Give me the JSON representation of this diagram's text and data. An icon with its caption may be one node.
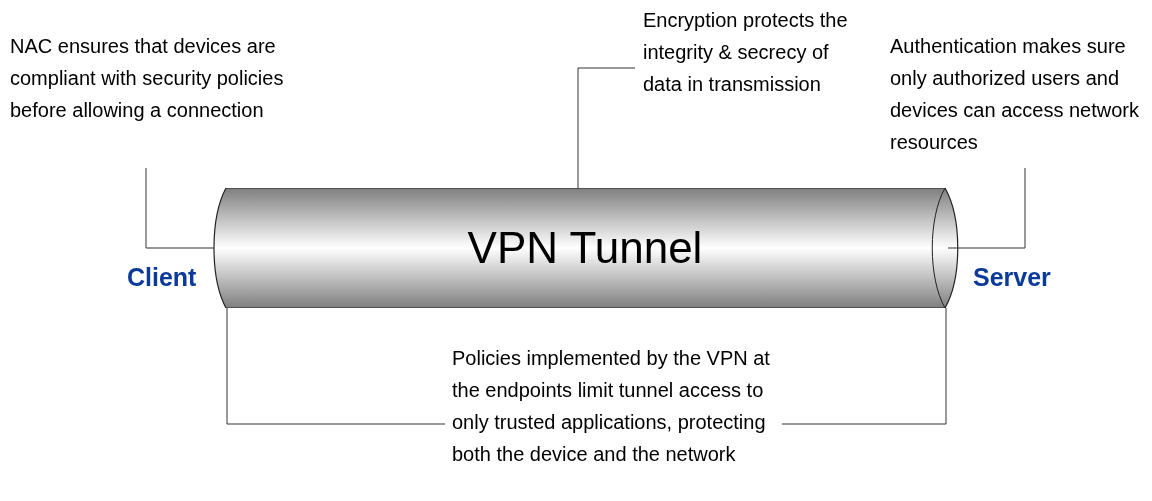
{
  "diagram": {
    "nodes": [
      {
        "text": [
          "NAC ensures that devices are compliant with security policies before allowing a connection"
        ]
      },
      {
        "text": [
          "Encryption protects the integrity & secrecy of data in transmission"
        ]
      },
      {
        "text": [
          "Authentication makes sure only authorized users and devices can access network resources"
        ]
      },
      {
        "text": [
          "VPN Tunnel"
        ]
      },
      {
        "text": [
          "Policies implemented by the VPN at the endpoints limit tunnel access to only trusted applications, protecting both the device and the network"
        ]
      }
    ],
    "edges": [
      {
        "from": 0,
        "to": 3,
        "arrow": "none"
      },
      {
        "from": 1,
        "to": 3,
        "arrow": "none"
      },
      {
        "from": 2,
        "to": 3,
        "arrow": "none"
      },
      {
        "from": 4,
        "to": 3,
        "arrow": "none"
      },
      {
        "from": 4,
        "to": 3,
        "arrow": "none"
      }
    ],
    "labels": [
      "Client",
      "Server"
    ]
  }
}
